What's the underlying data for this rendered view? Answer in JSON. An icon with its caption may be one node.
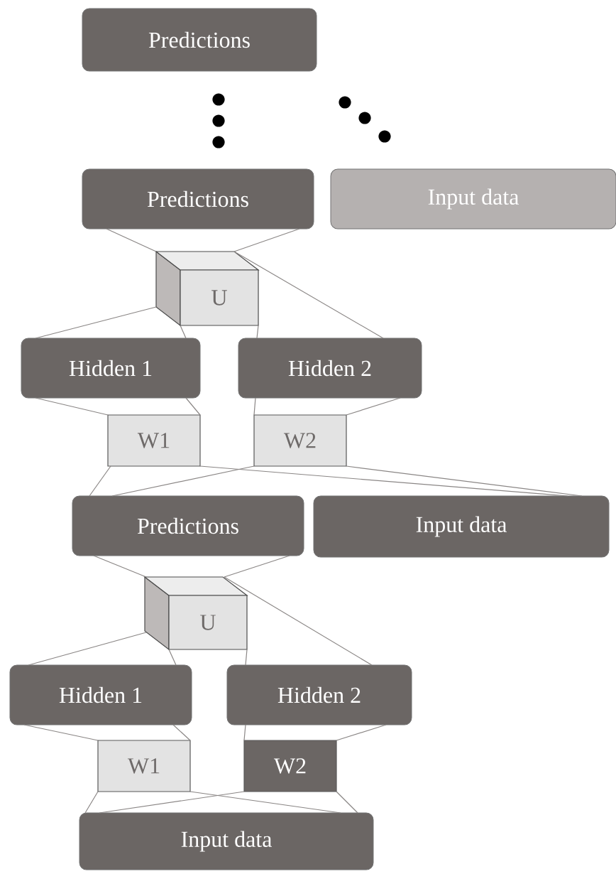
{
  "diagram": {
    "nodes": [
      {
        "text": [
          "Predictions"
        ]
      },
      {
        "text": [
          "Predictions"
        ]
      },
      {
        "text": [
          "Input data"
        ]
      },
      {
        "text": [
          "U"
        ]
      },
      {
        "text": [
          "Hidden 1"
        ]
      },
      {
        "text": [
          "Hidden 2"
        ]
      },
      {
        "text": [
          "W1"
        ]
      },
      {
        "text": [
          "W2"
        ]
      },
      {
        "text": [
          "Predictions"
        ]
      },
      {
        "text": [
          "Input data"
        ]
      },
      {
        "text": [
          "U"
        ]
      },
      {
        "text": [
          "Hidden 1"
        ]
      },
      {
        "text": [
          "Hidden 2"
        ]
      },
      {
        "text": [
          "W1"
        ]
      },
      {
        "text": [
          "W2"
        ]
      },
      {
        "text": [
          "Input data"
        ]
      }
    ],
    "edges": [
      {
        "from": 1,
        "to": 3,
        "arrow": "none"
      },
      {
        "from": 1,
        "to": 3,
        "arrow": "none"
      },
      {
        "from": 3,
        "to": 4,
        "arrow": "none"
      },
      {
        "from": 3,
        "to": 4,
        "arrow": "none"
      },
      {
        "from": 3,
        "to": 5,
        "arrow": "none"
      },
      {
        "from": 3,
        "to": 5,
        "arrow": "none"
      },
      {
        "from": 4,
        "to": 6,
        "arrow": "none"
      },
      {
        "from": 4,
        "to": 6,
        "arrow": "none"
      },
      {
        "from": 5,
        "to": 7,
        "arrow": "none"
      },
      {
        "from": 5,
        "to": 7,
        "arrow": "none"
      },
      {
        "from": 6,
        "to": 8,
        "arrow": "none"
      },
      {
        "from": 7,
        "to": 8,
        "arrow": "none"
      },
      {
        "from": 6,
        "to": 9,
        "arrow": "none"
      },
      {
        "from": 7,
        "to": 9,
        "arrow": "none"
      },
      {
        "from": 8,
        "to": 10,
        "arrow": "none"
      },
      {
        "from": 8,
        "to": 10,
        "arrow": "none"
      },
      {
        "from": 10,
        "to": 11,
        "arrow": "none"
      },
      {
        "from": 10,
        "to": 11,
        "arrow": "none"
      },
      {
        "from": 10,
        "to": 12,
        "arrow": "none"
      },
      {
        "from": 10,
        "to": 12,
        "arrow": "none"
      },
      {
        "from": 11,
        "to": 13,
        "arrow": "none"
      },
      {
        "from": 11,
        "to": 13,
        "arrow": "none"
      },
      {
        "from": 12,
        "to": 14,
        "arrow": "none"
      },
      {
        "from": 12,
        "to": 14,
        "arrow": "none"
      },
      {
        "from": 13,
        "to": 15,
        "arrow": "none"
      },
      {
        "from": 13,
        "to": 15,
        "arrow": "none"
      },
      {
        "from": 14,
        "to": 15,
        "arrow": "none"
      },
      {
        "from": 14,
        "to": 15,
        "arrow": "none"
      }
    ]
  }
}
